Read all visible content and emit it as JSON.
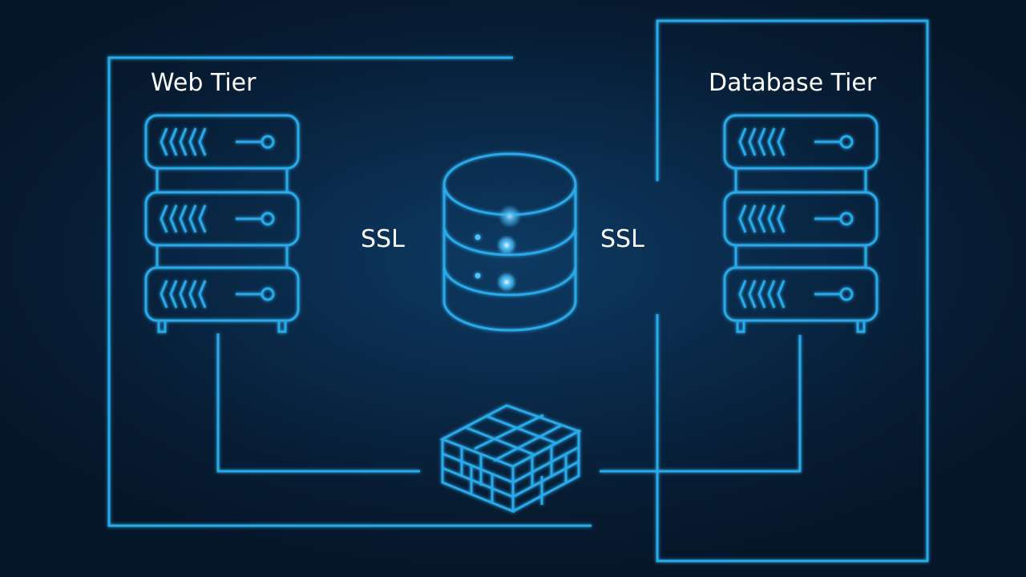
{
  "diagram": {
    "web_tier_label": "Web Tier",
    "database_tier_label": "Database Tier",
    "ssl_left_label": "SSL",
    "ssl_right_label": "SSL"
  },
  "icons": {
    "web_servers": "server-rack-icon",
    "database_servers": "server-rack-icon",
    "central_database": "database-cylinder-icon",
    "firewall": "firewall-brick-icon"
  },
  "colors": {
    "accent": "#29a9e8",
    "background": "#0a2a4a",
    "text": "#ffffff"
  }
}
